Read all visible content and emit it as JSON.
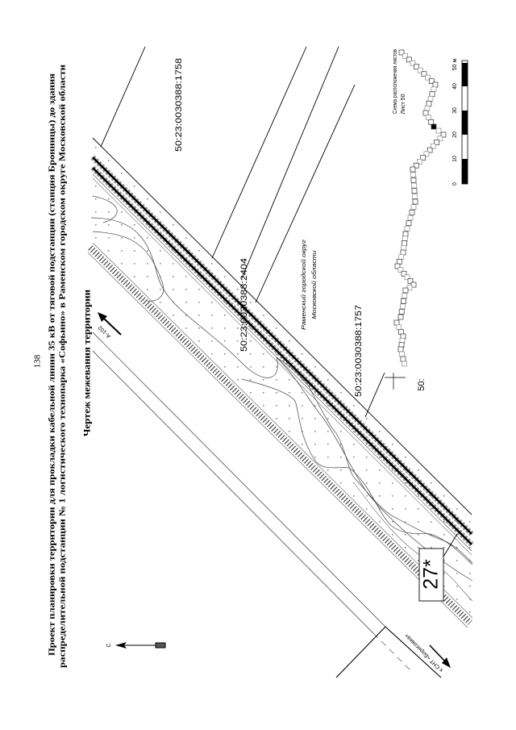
{
  "page_number": "138",
  "title": {
    "line1": "Проект планировки территории для прокладки кабельной линии 35 кВ от тяговой подстанции (станция Бронницы) до здания",
    "line2": "распределительной подстанции № 1 логистического технопарка «Софьино» в Раменском городском округе Московской области"
  },
  "drawing_title": "Чертеж межевания территории",
  "parcels": [
    "50:23:0030388:1758",
    "50:23:0030388:2404",
    "50:23:0030388:1757",
    "50:"
  ],
  "district_label": {
    "line1": "Раменский городской округ",
    "line2": "Московской области"
  },
  "zone_number": "27*",
  "road_labels": {
    "a102": "А-102",
    "snt": "к СНТ «Борисовка»"
  },
  "north_label": "С",
  "sheet_scheme": {
    "title": "Схема расположения листов",
    "sheet": "Лист 50"
  },
  "scale_bar": {
    "ticks": [
      "0",
      "10",
      "20",
      "30",
      "40",
      "50 м"
    ]
  },
  "colors": {
    "ink": "#000000",
    "grey": "#8a8a8a",
    "paper": "#ffffff"
  }
}
